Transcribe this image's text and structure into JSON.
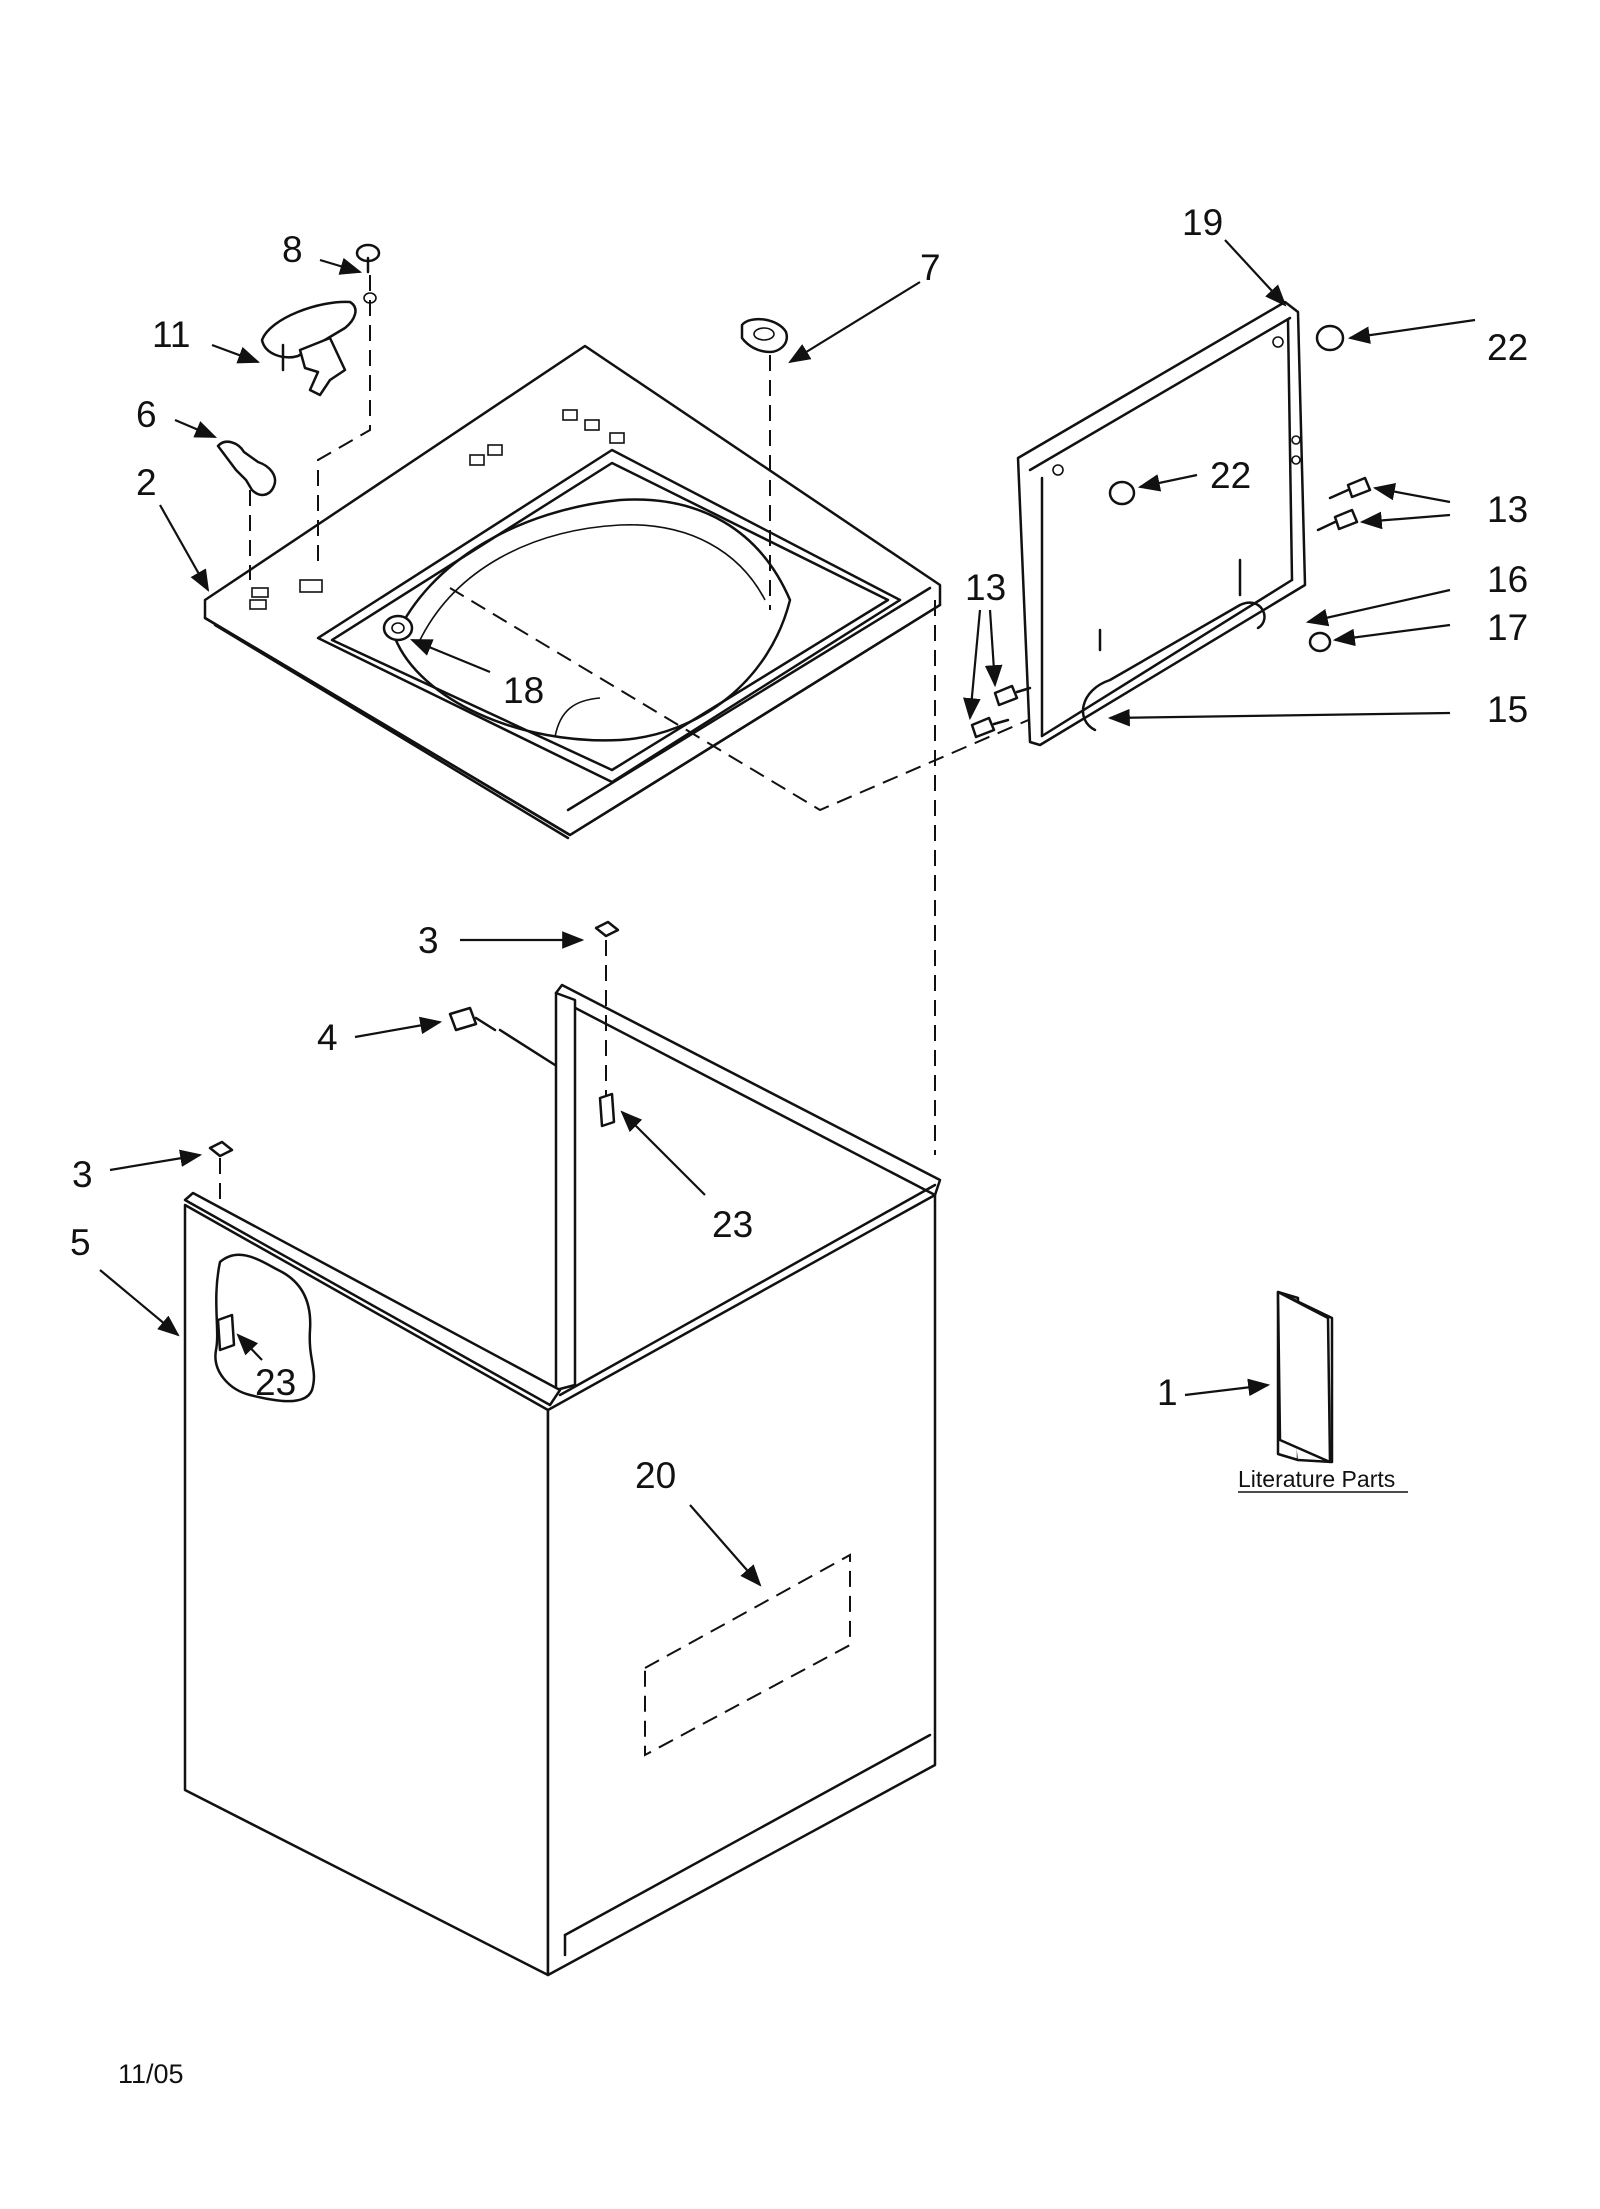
{
  "labels": {
    "l1": "1",
    "l2": "2",
    "l3a": "3",
    "l3b": "3",
    "l4": "4",
    "l5": "5",
    "l6": "6",
    "l7": "7",
    "l8": "8",
    "l11": "11",
    "l13a": "13",
    "l13b": "13",
    "l15": "15",
    "l16": "16",
    "l17": "17",
    "l18": "18",
    "l19": "19",
    "l20": "20",
    "l22a": "22",
    "l22b": "22",
    "l23a": "23",
    "l23b": "23"
  },
  "literature_caption": "Literature Parts",
  "date_code": "11/05"
}
